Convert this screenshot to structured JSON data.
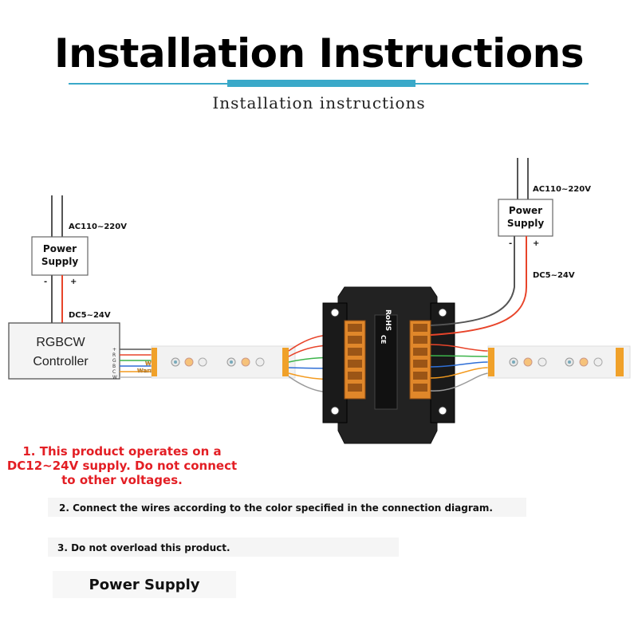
{
  "header": {
    "title": "Installation Instructions",
    "subtitle": "Installation instructions"
  },
  "diagram": {
    "left_power_supply": {
      "label_line1": "Power",
      "label_line2": "Supply",
      "input": "AC110~220V",
      "output": "DC5~24V",
      "minus": "-",
      "plus": "+"
    },
    "right_power_supply": {
      "label_line1": "Power",
      "label_line2": "Supply",
      "input": "AC110~220V",
      "output": "DC5~24V",
      "minus": "-",
      "plus": "+"
    },
    "controller": {
      "line1": "RGBCW",
      "line2": "Controller",
      "pins": [
        "+",
        "R",
        "G",
        "B",
        "C",
        "W"
      ]
    },
    "warm_reminder": "Warm Reminder:",
    "amplifier": {
      "brand": "RoHS",
      "ce": "CE"
    },
    "wire_colors": {
      "red": "#e8442a",
      "green": "#3cb44a",
      "blue": "#2f6fd6",
      "orange": "#f39a1e",
      "white": "#b8b8b8",
      "dark": "#555555"
    }
  },
  "notes": {
    "note1": "1. This product operates on a DC12~24V supply. Do not connect to other voltages.",
    "note2": "2. Connect the wires according to the color specified in the connection diagram.",
    "note3": "3. Do not overload this product.",
    "power_supply_label": "Power Supply"
  }
}
